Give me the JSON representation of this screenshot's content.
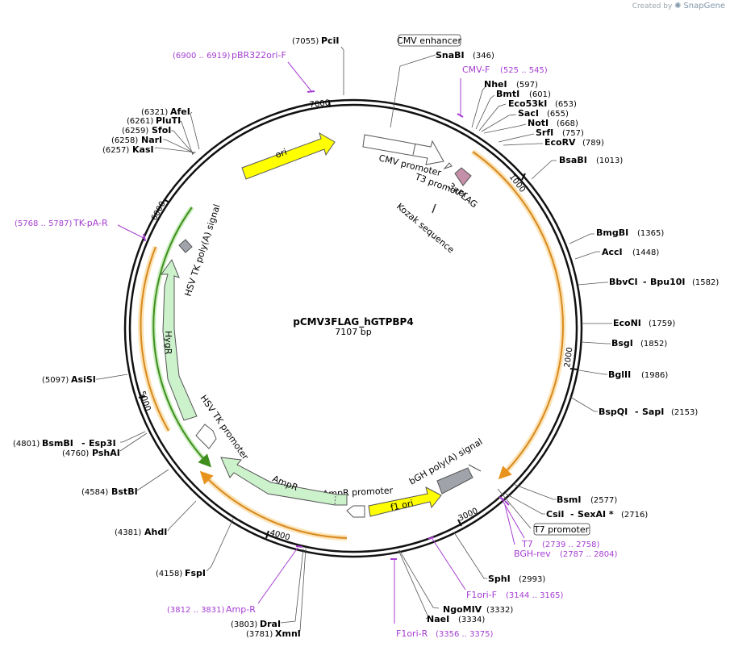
{
  "credit": {
    "prefix": "Created by",
    "brand": "SnapGene"
  },
  "plasmid": {
    "name": "pCMV3FLAG_hGTPBP4",
    "length_label": "7107 bp",
    "length": 7107
  },
  "ticks": [
    "1000",
    "2000",
    "3000",
    "4000",
    "5000",
    "6000",
    "7000"
  ],
  "sites": [
    {
      "name": "PciI",
      "pos": "(7055)"
    },
    {
      "name": "SnaBI",
      "pos": "(346)"
    },
    {
      "name": "NheI",
      "pos": "(597)"
    },
    {
      "name": "BmtI",
      "pos": "(601)"
    },
    {
      "name": "Eco53kI",
      "pos": "(653)"
    },
    {
      "name": "SacI",
      "pos": "(655)"
    },
    {
      "name": "NotI",
      "pos": "(668)"
    },
    {
      "name": "SrfI",
      "pos": "(757)"
    },
    {
      "name": "EcoRV",
      "pos": "(789)"
    },
    {
      "name": "BsaBI",
      "pos": "(1013)"
    },
    {
      "name": "BmgBI",
      "pos": "(1365)"
    },
    {
      "name": "AccI",
      "pos": "(1448)"
    },
    {
      "name": "BbvCI",
      "name2": "Bpu10I",
      "pos": "(1582)"
    },
    {
      "name": "EcoNI",
      "pos": "(1759)"
    },
    {
      "name": "BsgI",
      "pos": "(1852)"
    },
    {
      "name": "BglII",
      "pos": "(1986)"
    },
    {
      "name": "BspQI",
      "name2": "SapI",
      "pos": "(2153)"
    },
    {
      "name": "BsmI",
      "pos": "(2577)"
    },
    {
      "name": "CsiI",
      "name2": "SexAI *",
      "pos": "(2716)"
    },
    {
      "name": "SphI",
      "pos": "(2993)"
    },
    {
      "name": "NgoMIV",
      "pos": "(3332)"
    },
    {
      "name": "NaeI",
      "pos": "(3334)"
    },
    {
      "name": "XmnI",
      "pos": "(3781)"
    },
    {
      "name": "DraI",
      "pos": "(3803)"
    },
    {
      "name": "FspI",
      "pos": "(4158)"
    },
    {
      "name": "AhdI",
      "pos": "(4381)"
    },
    {
      "name": "BstBI",
      "pos": "(4584)"
    },
    {
      "name": "PshAI",
      "pos": "(4760)"
    },
    {
      "name": "BsmBI",
      "name2": "Esp3I",
      "pos": "(4801)"
    },
    {
      "name": "AsiSI",
      "pos": "(5097)"
    },
    {
      "name": "KasI",
      "pos": "(6257)"
    },
    {
      "name": "NarI",
      "pos": "(6258)"
    },
    {
      "name": "SfoI",
      "pos": "(6259)"
    },
    {
      "name": "PluTI",
      "pos": "(6261)"
    },
    {
      "name": "AfeI",
      "pos": "(6321)"
    }
  ],
  "primers": [
    {
      "name": "pBR322ori-F",
      "range": "(6900 .. 6919)"
    },
    {
      "name": "CMV-F",
      "range": "(525 .. 545)"
    },
    {
      "name": "TK-pA-R",
      "range": "(5768 .. 5787)"
    },
    {
      "name": "T7",
      "range": "(2739 .. 2758)"
    },
    {
      "name": "BGH-rev",
      "range": "(2787 .. 2804)"
    },
    {
      "name": "F1ori-F",
      "range": "(3144 .. 3165)"
    },
    {
      "name": "F1ori-R",
      "range": "(3356 .. 3375)"
    },
    {
      "name": "Amp-R",
      "range": "(3812 .. 3831)"
    }
  ],
  "boxed_features": [
    {
      "name": "CMV enhancer"
    },
    {
      "name": "T7 promoter"
    }
  ],
  "features": [
    {
      "name": "ori",
      "color": "#ffff00"
    },
    {
      "name": "CMV promoter",
      "color": "#ffffff"
    },
    {
      "name": "T3 promoter",
      "color": "#ffffff"
    },
    {
      "name": "3xFLAG",
      "color": "#c48fa8"
    },
    {
      "name": "Kozak sequence",
      "color": "#ffffff"
    },
    {
      "name": "bGH poly(A) signal",
      "color": "#a0a4aa"
    },
    {
      "name": "f1 ori",
      "color": "#ffff00"
    },
    {
      "name": "AmpR promoter",
      "color": "#ffffff"
    },
    {
      "name": "AmpR",
      "color": "#ccf2cc"
    },
    {
      "name": "HSV TK promoter",
      "color": "#ffffff"
    },
    {
      "name": "HygR",
      "color": "#ccf2cc"
    },
    {
      "name": "HSV TK poly(A) signal",
      "color": "#a0a4aa"
    }
  ]
}
